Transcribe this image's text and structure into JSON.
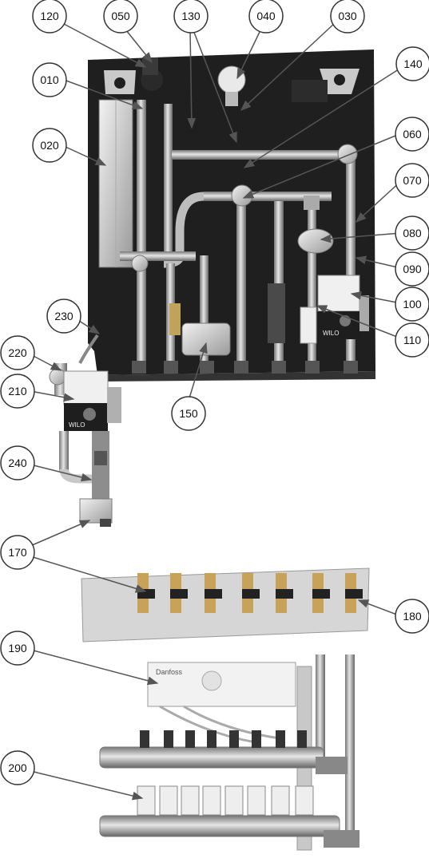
{
  "callouts": [
    {
      "id": "c120",
      "text": "120"
    },
    {
      "id": "c050",
      "text": "050"
    },
    {
      "id": "c130",
      "text": "130"
    },
    {
      "id": "c040",
      "text": "040"
    },
    {
      "id": "c030",
      "text": "030"
    },
    {
      "id": "c010",
      "text": "010"
    },
    {
      "id": "c140",
      "text": "140"
    },
    {
      "id": "c020",
      "text": "020"
    },
    {
      "id": "c060",
      "text": "060"
    },
    {
      "id": "c070",
      "text": "070"
    },
    {
      "id": "c080",
      "text": "080"
    },
    {
      "id": "c090",
      "text": "090"
    },
    {
      "id": "c100",
      "text": "100"
    },
    {
      "id": "c230",
      "text": "230"
    },
    {
      "id": "c110",
      "text": "110"
    },
    {
      "id": "c220",
      "text": "220"
    },
    {
      "id": "c210",
      "text": "210"
    },
    {
      "id": "c150",
      "text": "150"
    },
    {
      "id": "c240",
      "text": "240"
    },
    {
      "id": "c170",
      "text": "170"
    },
    {
      "id": "c180",
      "text": "180"
    },
    {
      "id": "c190",
      "text": "190"
    },
    {
      "id": "c200",
      "text": "200"
    }
  ],
  "brand_marks": {
    "pump": "WILO",
    "controller": "Danfoss"
  }
}
